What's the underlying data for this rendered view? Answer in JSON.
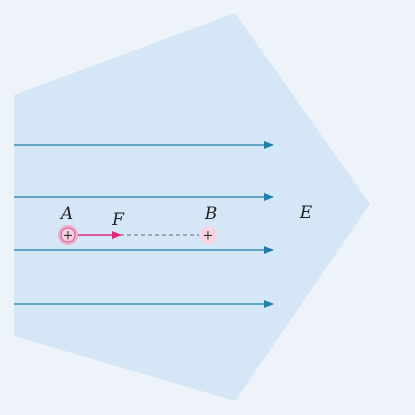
{
  "diagram": {
    "field_label": "E",
    "force_label": "F",
    "charge_a": {
      "label": "A",
      "sign": "+"
    },
    "charge_b": {
      "label": "B",
      "sign": "+"
    }
  },
  "colors": {
    "background": "#edf3f8",
    "field_region": "#d5e6f6",
    "field_lines": "#1f7fa8",
    "force_arrow": "#e0287a",
    "charge_a_fill": "#f2aacb",
    "charge_b_fill": "#f7d3e3",
    "dashed_line": "#666666"
  }
}
